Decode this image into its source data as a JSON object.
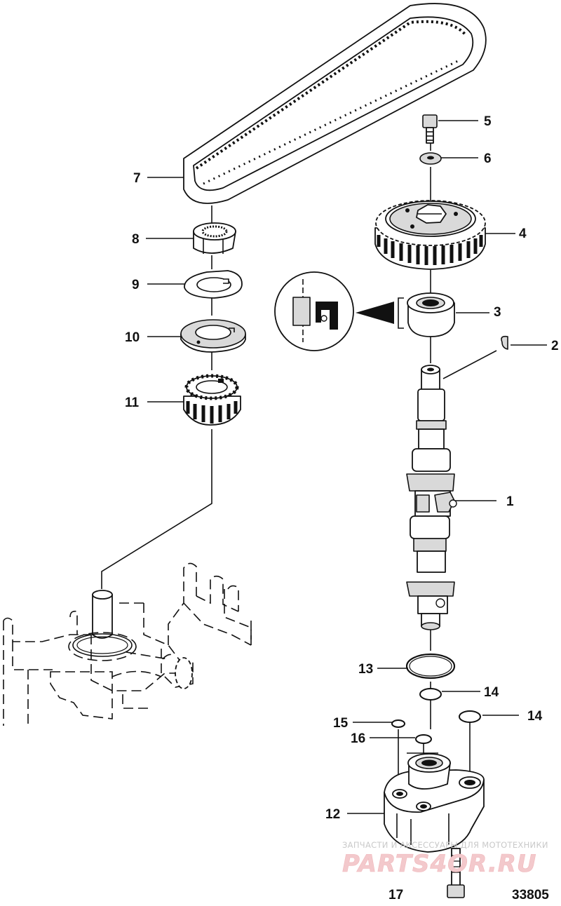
{
  "callouts": {
    "c1": "1",
    "c2": "2",
    "c3": "3",
    "c4": "4",
    "c5": "5",
    "c6": "6",
    "c7": "7",
    "c8": "8",
    "c9": "9",
    "c10": "10",
    "c11": "11",
    "c12": "12",
    "c13": "13",
    "c14a": "14",
    "c14b": "14",
    "c15": "15",
    "c16": "16",
    "c17": "17"
  },
  "figure_number": "33805",
  "watermark": {
    "top_text": "ЗАПЧАСТИ И АКСЕССУАРЫ ДЛЯ МОТОТЕХНИКИ",
    "logo_text": "PARTS4OR.RU"
  }
}
